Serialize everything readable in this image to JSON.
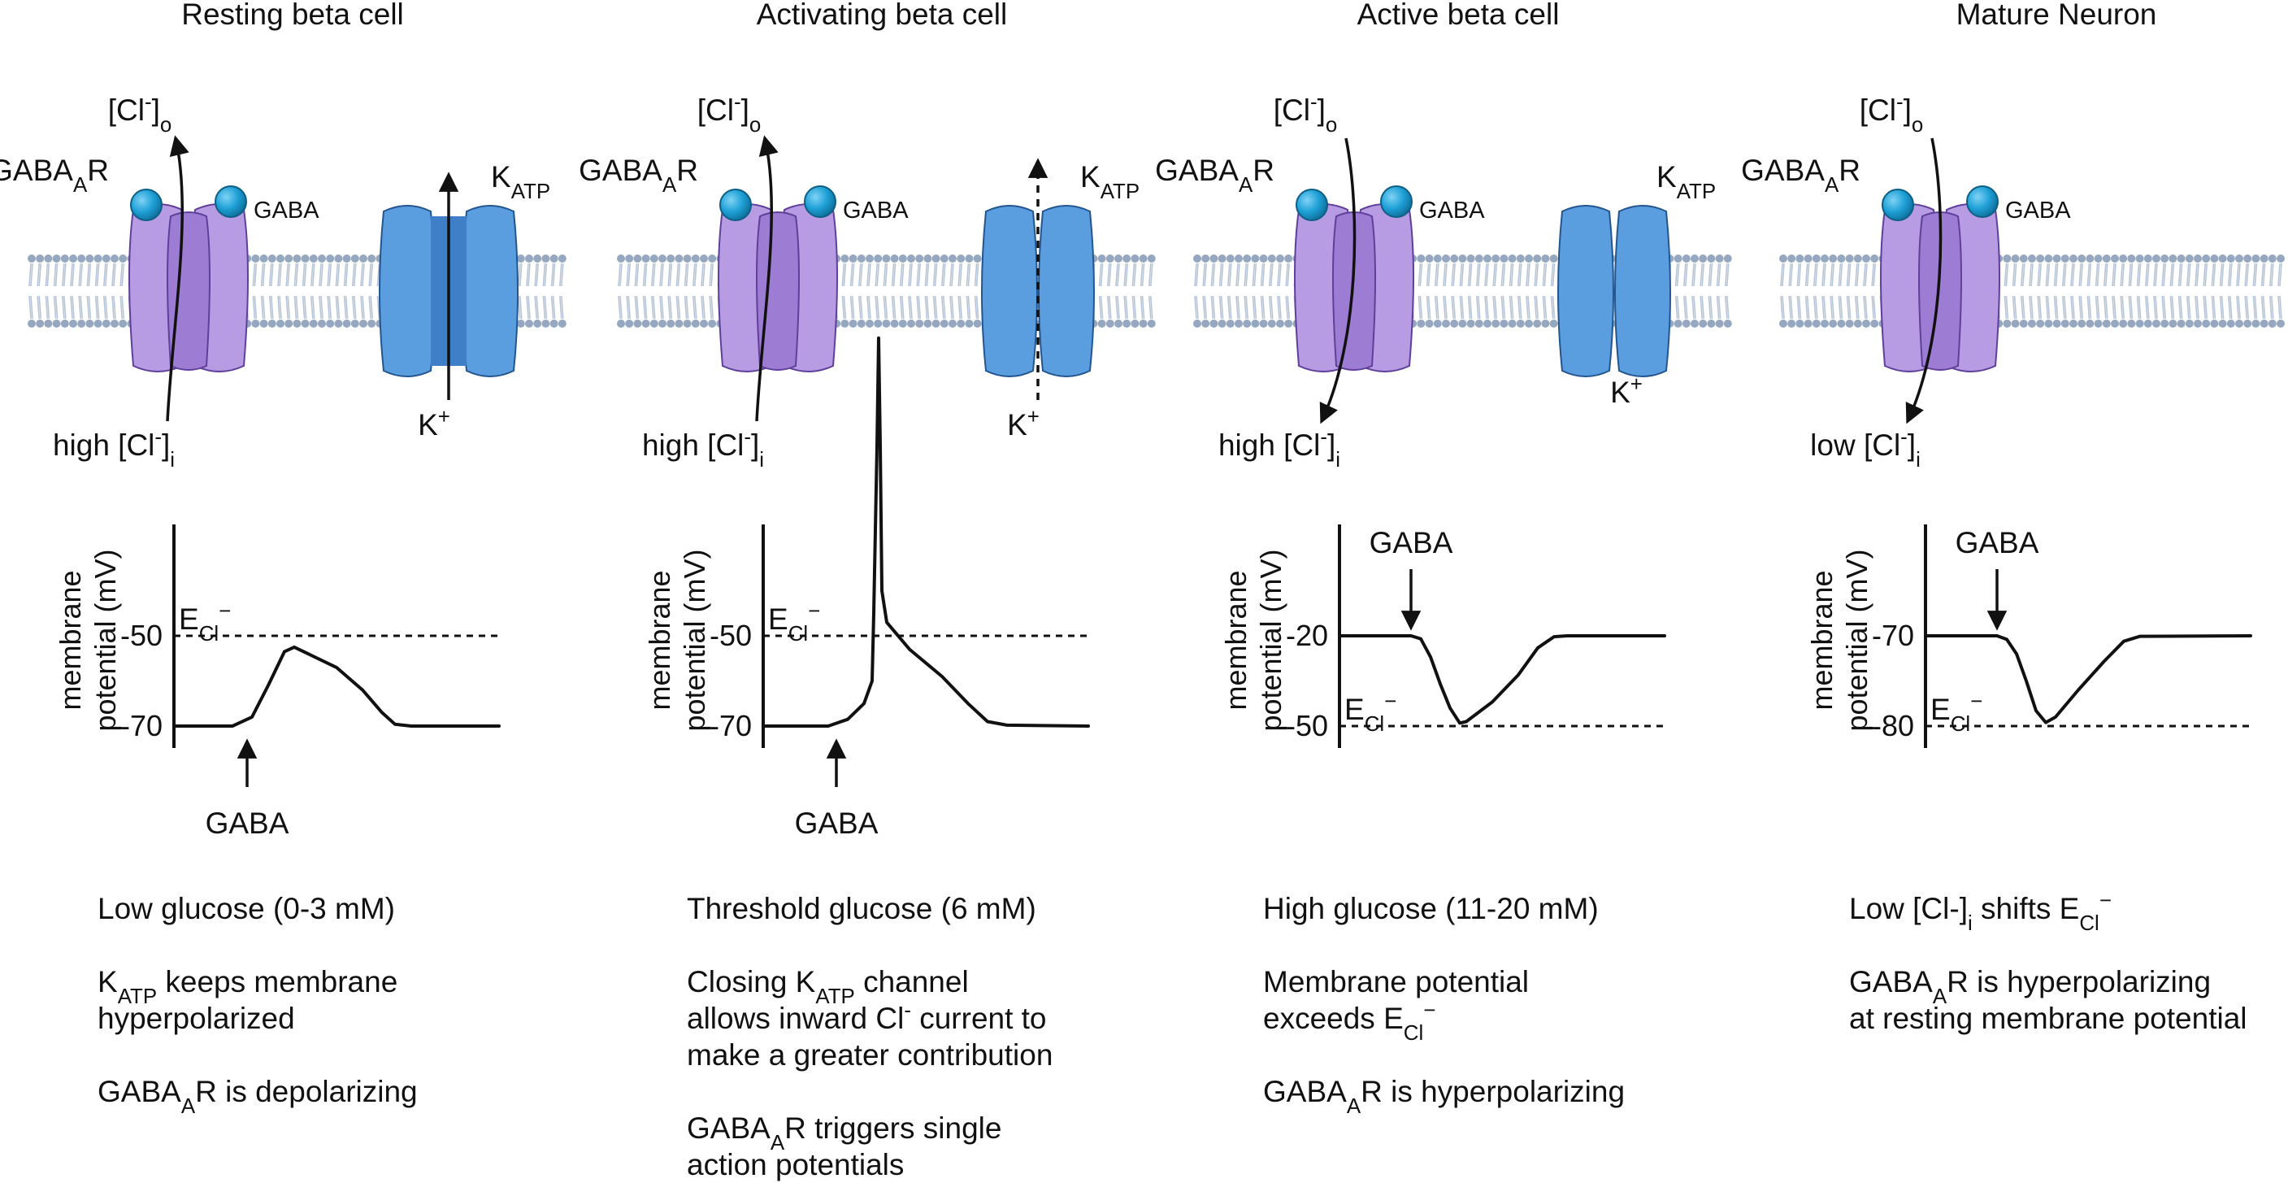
{
  "colors": {
    "receptor_fill": "#b79be3",
    "receptor_inner": "#9d7dd3",
    "receptor_stroke": "#5f3f9a",
    "channel_fill": "#5a9ee0",
    "channel_inner": "#3f7fc7",
    "channel_stroke": "#23558f",
    "ball_fill": "#1ea0d6",
    "head_color": "#95a8bf",
    "tail_color": "#b7c5d6",
    "line_color": "#111111"
  },
  "common": {
    "receptor_base": "GABA",
    "receptor_sub": "A",
    "receptor_end": "R",
    "ligand_label": "GABA",
    "katp_base": "K",
    "katp_sub": "ATP",
    "k_base": "K",
    "k_sup": "+",
    "cl_out_base": "[Cl",
    "cl_out_sup": "-",
    "cl_out_end": "]",
    "cl_out_sub": "o",
    "cl_in_sup": "-",
    "cl_in_end": "]",
    "cl_in_sub": "i",
    "ylabel_line1": "membrane",
    "ylabel_line2": "potential (mV)",
    "ecl_base": "E",
    "ecl_sub": "Cl",
    "ecl_sup": "−",
    "gaba_arrow_label": "GABA"
  },
  "panels": [
    {
      "title": "Resting beta cell",
      "has_katp": true,
      "katp_state": "open",
      "cl_flow": "out",
      "cl_in_prefix": "high [Cl",
      "trace": {
        "ticks": [
          "-50",
          "-70"
        ],
        "ecl_tick": "-50",
        "gaba_arrow": "below",
        "points": [
          [
            0,
            -70
          ],
          [
            0.18,
            -70
          ],
          [
            0.24,
            -68
          ],
          [
            0.29,
            -61
          ],
          [
            0.34,
            -53.5
          ],
          [
            0.37,
            -52.5
          ],
          [
            0.5,
            -57
          ],
          [
            0.58,
            -62
          ],
          [
            0.64,
            -67
          ],
          [
            0.68,
            -69.6
          ],
          [
            0.73,
            -70
          ],
          [
            1.0,
            -70
          ]
        ]
      },
      "desc": [
        {
          "runs": [
            {
              "t": "Low glucose (0-3 mM)"
            }
          ]
        },
        {
          "runs": [
            {
              "t": "K"
            },
            {
              "t": "ATP",
              "sub": true
            },
            {
              "t": " keeps membrane"
            }
          ]
        },
        {
          "runs": [
            {
              "t": "hyperpolarized"
            }
          ]
        },
        {
          "runs": [
            {
              "t": "GABA"
            },
            {
              "t": "A",
              "sub": true
            },
            {
              "t": "R is depolarizing"
            }
          ]
        }
      ]
    },
    {
      "title": "Activating beta cell",
      "has_katp": true,
      "katp_state": "closed",
      "cl_flow": "out",
      "cl_in_prefix": "high [Cl",
      "trace": {
        "ticks": [
          "-50",
          "-70"
        ],
        "ecl_tick": "-50",
        "gaba_arrow": "below",
        "points": [
          [
            0,
            -70
          ],
          [
            0.2,
            -70
          ],
          [
            0.26,
            -68.5
          ],
          [
            0.31,
            -65
          ],
          [
            0.335,
            -60
          ],
          [
            0.34,
            -45
          ],
          [
            0.35,
            -8
          ],
          [
            0.355,
            16
          ],
          [
            0.36,
            -8
          ],
          [
            0.365,
            -40
          ],
          [
            0.38,
            -47
          ],
          [
            0.45,
            -53
          ],
          [
            0.55,
            -59
          ],
          [
            0.63,
            -65
          ],
          [
            0.69,
            -69
          ],
          [
            0.75,
            -69.8
          ],
          [
            1.0,
            -70
          ]
        ]
      },
      "desc": [
        {
          "runs": [
            {
              "t": "Threshold glucose (6 mM)"
            }
          ]
        },
        {
          "runs": [
            {
              "t": "Closing K"
            },
            {
              "t": "ATP",
              "sub": true
            },
            {
              "t": " channel"
            }
          ]
        },
        {
          "runs": [
            {
              "t": "allows inward Cl"
            },
            {
              "t": "-",
              "sup": true
            },
            {
              "t": " current to"
            }
          ]
        },
        {
          "runs": [
            {
              "t": "make a greater contribution"
            }
          ]
        },
        {
          "runs": [
            {
              "t": "GABA"
            },
            {
              "t": "A",
              "sub": true
            },
            {
              "t": "R triggers single"
            }
          ]
        },
        {
          "runs": [
            {
              "t": "action potentials"
            }
          ]
        }
      ]
    },
    {
      "title": "Active beta cell",
      "has_katp": true,
      "katp_state": "closed_no_arrow",
      "cl_flow": "in",
      "cl_in_prefix": "high [Cl",
      "trace": {
        "ticks": [
          "-20",
          "-50"
        ],
        "ecl_tick": "-50",
        "gaba_arrow": "above",
        "points": [
          [
            0,
            -20
          ],
          [
            0.22,
            -20
          ],
          [
            0.25,
            -21
          ],
          [
            0.28,
            -27
          ],
          [
            0.31,
            -36
          ],
          [
            0.34,
            -44
          ],
          [
            0.37,
            -49
          ],
          [
            0.39,
            -48.5
          ],
          [
            0.47,
            -42
          ],
          [
            0.55,
            -33
          ],
          [
            0.61,
            -24
          ],
          [
            0.66,
            -20.3
          ],
          [
            0.7,
            -20
          ],
          [
            1.0,
            -20
          ]
        ]
      },
      "desc": [
        {
          "runs": [
            {
              "t": "High glucose (11-20 mM)"
            }
          ]
        },
        {
          "runs": [
            {
              "t": "Membrane potential"
            }
          ]
        },
        {
          "runs": [
            {
              "t": "exceeds E"
            },
            {
              "t": "Cl",
              "sub": true
            },
            {
              "t": "−",
              "sup": true
            }
          ]
        },
        {
          "runs": [
            {
              "t": "GABA"
            },
            {
              "t": "A",
              "sub": true
            },
            {
              "t": "R is hyperpolarizing"
            }
          ]
        }
      ]
    },
    {
      "title": "Mature Neuron",
      "has_katp": false,
      "katp_state": "none",
      "cl_flow": "in",
      "cl_in_prefix": "low [Cl",
      "trace": {
        "ticks": [
          "-70",
          "-80"
        ],
        "ecl_tick": "-80",
        "gaba_arrow": "above",
        "points": [
          [
            0,
            -70
          ],
          [
            0.22,
            -70
          ],
          [
            0.25,
            -70.4
          ],
          [
            0.28,
            -72
          ],
          [
            0.31,
            -75
          ],
          [
            0.34,
            -78.3
          ],
          [
            0.37,
            -79.6
          ],
          [
            0.4,
            -79
          ],
          [
            0.47,
            -76
          ],
          [
            0.55,
            -72.8
          ],
          [
            0.61,
            -70.6
          ],
          [
            0.66,
            -70.05
          ],
          [
            1.0,
            -70
          ]
        ]
      },
      "desc": [
        {
          "runs": [
            {
              "t": "Low [Cl-]"
            },
            {
              "t": "i",
              "sub": true
            },
            {
              "t": " shifts E"
            },
            {
              "t": "Cl",
              "sub": true
            },
            {
              "t": "−",
              "sup": true
            }
          ]
        },
        {
          "runs": [
            {
              "t": "GABA"
            },
            {
              "t": "A",
              "sub": true
            },
            {
              "t": "R is hyperpolarizing"
            }
          ]
        },
        {
          "runs": [
            {
              "t": "at resting membrane potential"
            }
          ]
        }
      ]
    }
  ]
}
